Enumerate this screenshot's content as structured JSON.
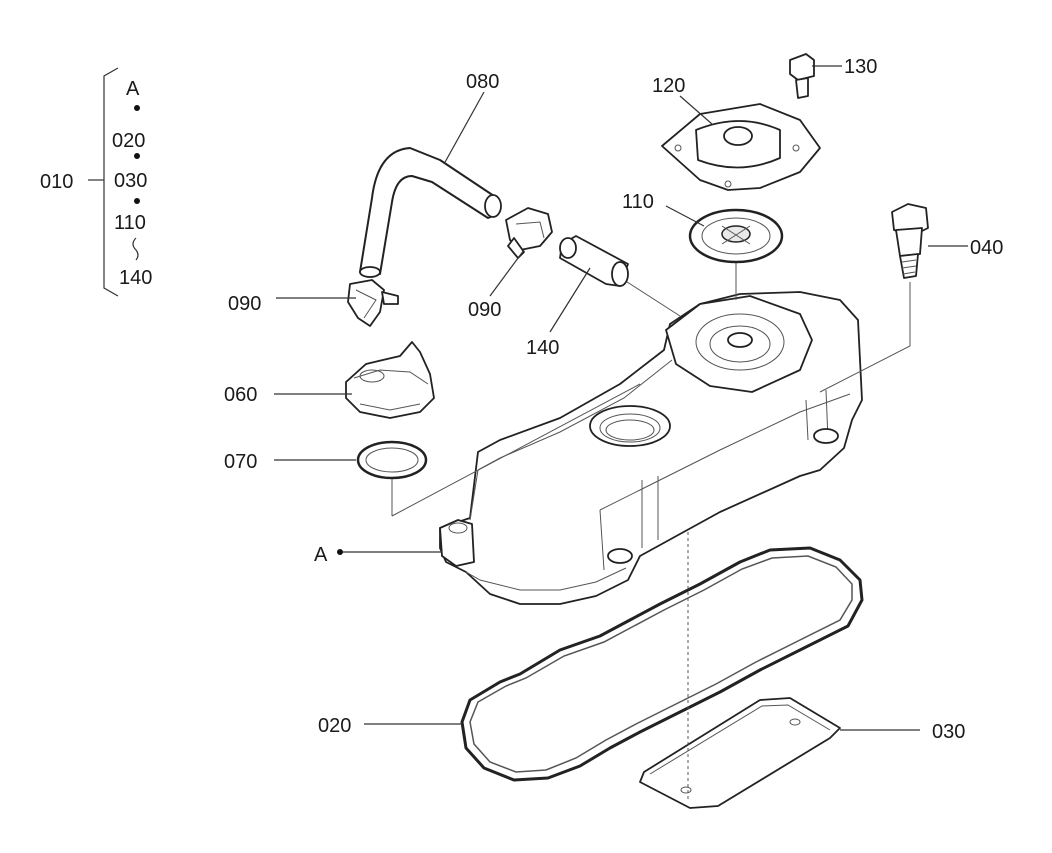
{
  "legend": {
    "group": "010",
    "items": [
      "A",
      "020",
      "030",
      "110",
      "140"
    ]
  },
  "callouts": {
    "p080": "080",
    "p120": "120",
    "p130": "130",
    "p110": "110",
    "p040": "040",
    "p090_left": "090",
    "p090_right": "090",
    "p140": "140",
    "p060": "060",
    "p070": "070",
    "pA": "A",
    "p020": "020",
    "p030": "030"
  }
}
